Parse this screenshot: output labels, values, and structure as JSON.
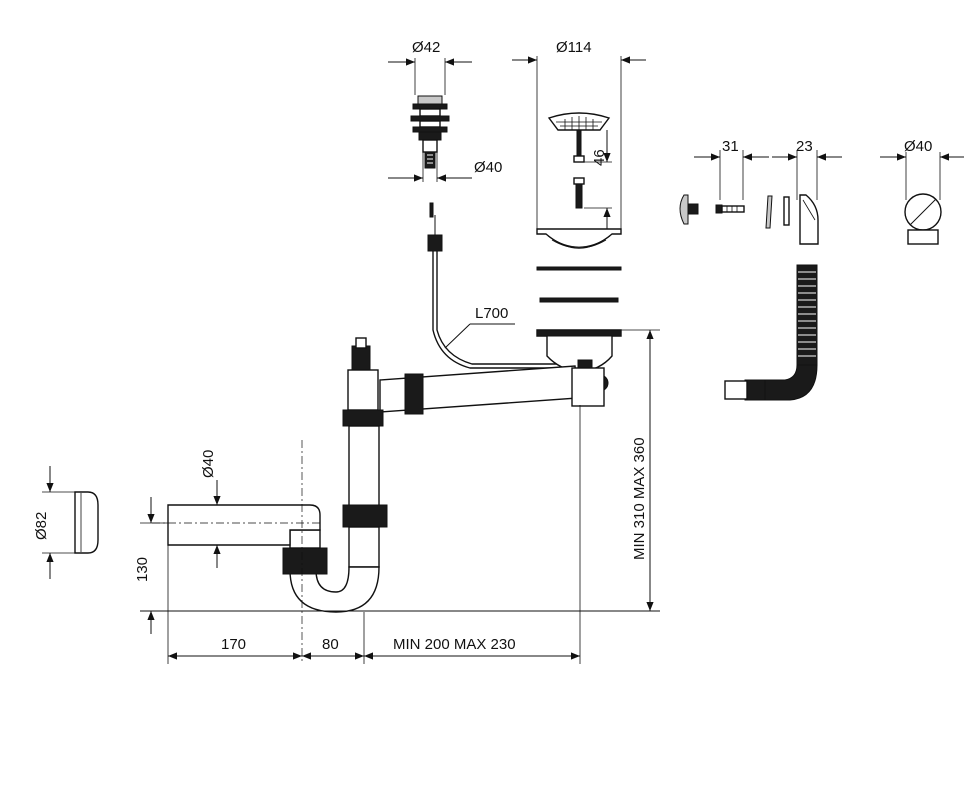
{
  "labels": {
    "top_diameter_42": "Ø42",
    "top_diameter_114": "Ø114",
    "plug_diameter_40": "Ø40",
    "strainer_height_46": "46",
    "screw_length_31": "31",
    "overflow_width_23": "23",
    "overflow_diameter_40": "Ø40",
    "cable_length": "L700",
    "height_range": "MIN 310 MAX 360",
    "pipe_diameter_40": "Ø40",
    "cap_diameter_82": "Ø82",
    "outlet_height_130": "130",
    "offset_170": "170",
    "offset_80": "80",
    "width_range": "MIN 200 MAX 230"
  }
}
